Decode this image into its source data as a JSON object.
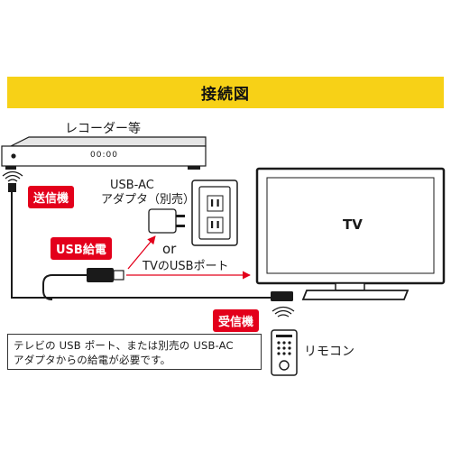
{
  "header": {
    "title": "接続図"
  },
  "labels": {
    "recorder": "レコーダー等",
    "adapter_line1": "USB-AC",
    "adapter_line2": "アダプタ（別売）",
    "or": "or",
    "tv_usb_port": "TVのUSBポート",
    "tv": "TV",
    "remote": "リモコン",
    "recorder_display": "00:00"
  },
  "tags": {
    "transmitter": "送信機",
    "usb_power": "USB給電",
    "receiver": "受信機"
  },
  "note": {
    "line1": "テレビの USB ポート、または別売の USB-AC",
    "line2": "アダプタからの給電が必要です。"
  },
  "colors": {
    "accent_yellow": "#f7d117",
    "tag_red": "#e3001b",
    "line": "#1a1a1a"
  }
}
